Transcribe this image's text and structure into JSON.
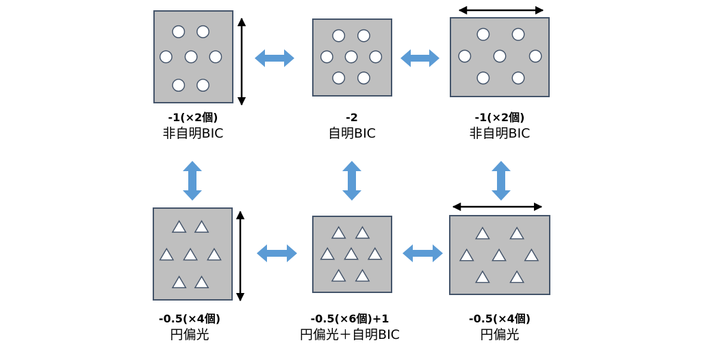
{
  "panels": [
    {
      "value": "-1(×2個)",
      "label": "非自明BIC",
      "shape": "circle",
      "stretch": "vertical"
    },
    {
      "value": "-2",
      "label": "自明BIC",
      "shape": "circle",
      "stretch": "none"
    },
    {
      "value": "-1(×2個)",
      "label": "非自明BIC",
      "shape": "circle",
      "stretch": "horizontal"
    },
    {
      "value": "-0.5(×4個)",
      "label": "円偏光",
      "shape": "triangle",
      "stretch": "vertical"
    },
    {
      "value": "-0.5(×6個)+1",
      "label": "円偏光＋自明BIC",
      "shape": "triangle",
      "stretch": "none"
    },
    {
      "value": "-0.5(×4個)",
      "label": "円偏光",
      "shape": "triangle",
      "stretch": "horizontal"
    }
  ],
  "colors": {
    "tile": "#bfbfbf",
    "tile_border": "#44546a",
    "arrow": "#5b9bd5",
    "stretch_arrow": "#000000"
  }
}
